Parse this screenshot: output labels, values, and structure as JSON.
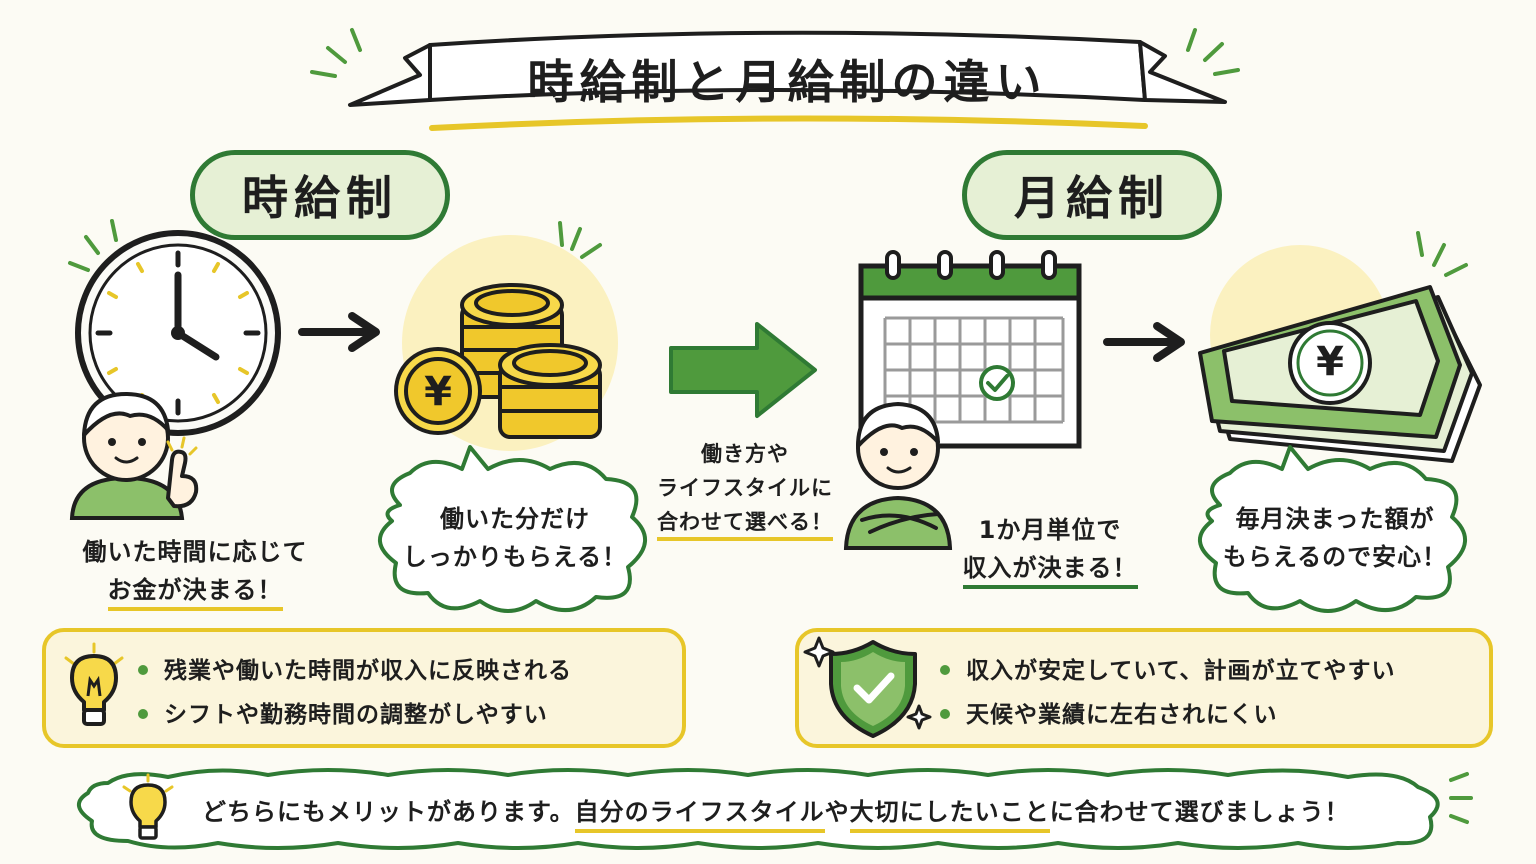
{
  "title": "時給制と月給制の違い",
  "hourly": {
    "label": "時給制",
    "caption_line1": "働いた時間に応じて",
    "caption_line2": "お金が決まる！",
    "bubble_line1": "働いた分だけ",
    "bubble_line2": "しっかりもらえる！",
    "bullets": [
      "残業や働いた時間が収入に反映される",
      "シフトや勤務時間の調整がしやすい"
    ],
    "yen": "¥"
  },
  "middle": {
    "line1": "働き方や",
    "line2": "ライフスタイルに",
    "line3": "合わせて選べる！"
  },
  "monthly": {
    "label": "月給制",
    "caption_line1": "1か月単位で",
    "caption_line2": "収入が決まる！",
    "bubble_line1": "毎月決まった額が",
    "bubble_line2": "もらえるので安心！",
    "bullets": [
      "収入が安定していて、計画が立てやすい",
      "天候や業績に左右されにくい"
    ],
    "yen": "¥"
  },
  "footer": {
    "part1": "どちらにもメリットがあります。",
    "part2": "自分のライフスタイル",
    "part3": "や",
    "part4": "大切にしたいこと",
    "part5": "に合わせて選びましょう！"
  },
  "colors": {
    "green": "#2f7a34",
    "light_green": "#e6f0d5",
    "yellow": "#e7c629",
    "cream": "#fbf5dc"
  }
}
